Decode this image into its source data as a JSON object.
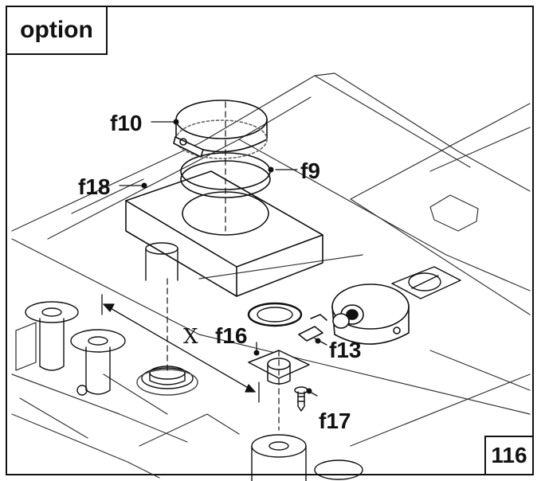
{
  "header": {
    "tag": "option"
  },
  "footer": {
    "page_number": "116"
  },
  "parts": {
    "f9": "f9",
    "f10": "f10",
    "f13": "f13",
    "f16": "f16",
    "f17": "f17",
    "f18": "f18"
  },
  "dimension": {
    "x": "X"
  }
}
